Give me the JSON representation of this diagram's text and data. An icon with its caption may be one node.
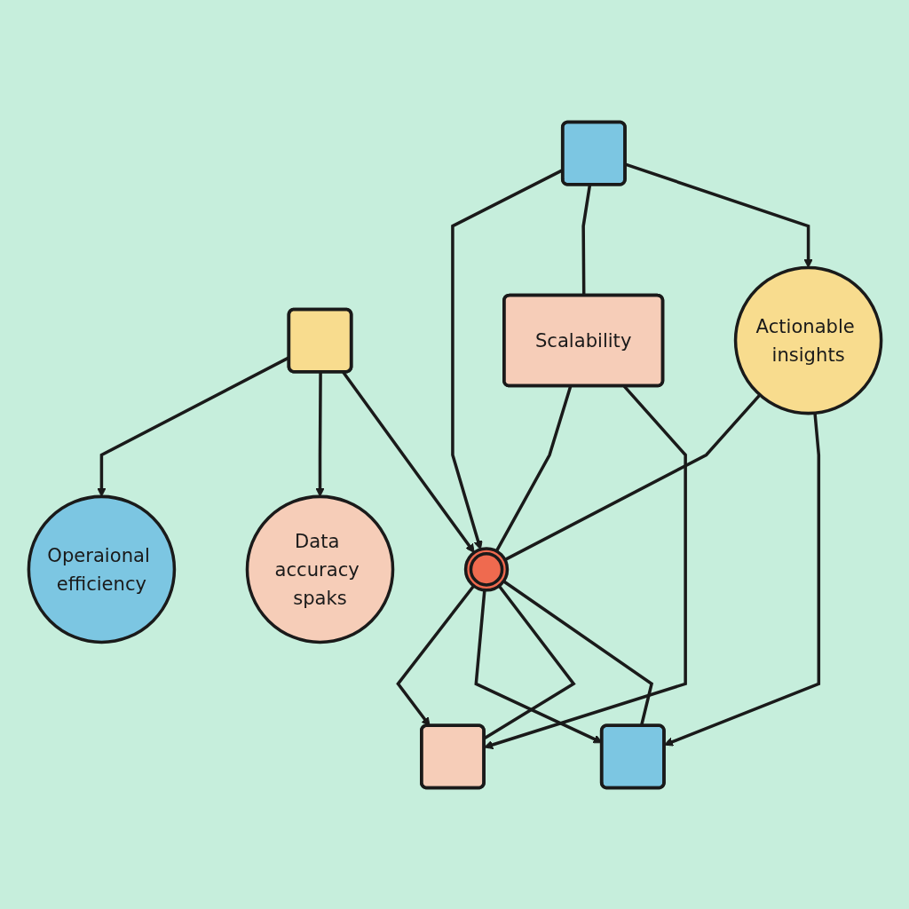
{
  "diagram": {
    "nodes": [
      {
        "text": [
          "Operaional efficiency"
        ]
      },
      {
        "text": [],
        "shape": "box"
      },
      {
        "text": [
          "Data accuracy spaks"
        ]
      },
      {
        "text": [],
        "shape": "box"
      },
      {
        "text": [],
        "shape": "gear"
      },
      {
        "text": [],
        "shape": "box"
      },
      {
        "text": [
          "Scalability"
        ]
      },
      {
        "text": [],
        "shape": "box"
      },
      {
        "text": [
          "Actionable insights"
        ]
      }
    ],
    "edges": [
      {
        "from": 1,
        "to": 0,
        "arrow": "to"
      },
      {
        "from": 1,
        "to": 2,
        "arrow": "to"
      },
      {
        "from": 1,
        "to": 4,
        "arrow": "to"
      },
      {
        "from": 4,
        "to": 3,
        "arrow": "to"
      },
      {
        "from": 4,
        "to": 5,
        "arrow": "to"
      },
      {
        "from": 4,
        "to": 3,
        "arrow": "none"
      },
      {
        "from": 4,
        "to": 5,
        "arrow": "none"
      },
      {
        "from": 6,
        "to": 4,
        "arrow": "none"
      },
      {
        "from": 8,
        "to": 4,
        "arrow": "none"
      },
      {
        "from": 6,
        "to": 3,
        "arrow": "to"
      },
      {
        "from": 7,
        "to": 4,
        "arrow": "to"
      },
      {
        "from": 7,
        "to": 6,
        "arrow": "none"
      },
      {
        "from": 7,
        "to": 8,
        "arrow": "to"
      },
      {
        "from": 8,
        "to": 5,
        "arrow": "to"
      }
    ]
  }
}
